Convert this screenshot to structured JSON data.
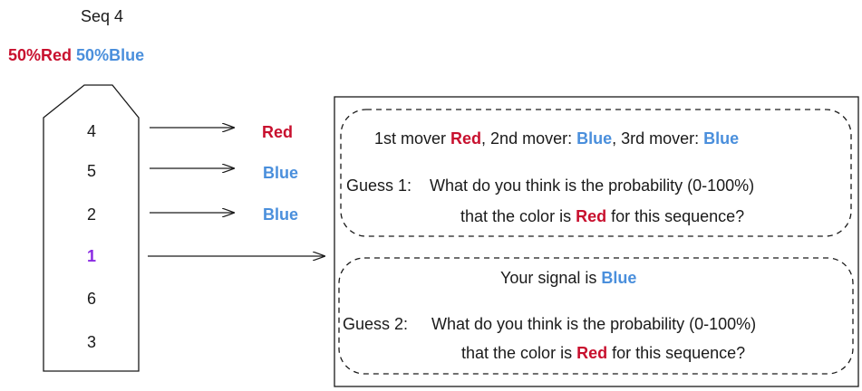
{
  "title": "Seq 4",
  "prior": {
    "red": "50%Red",
    "blue": "50%Blue"
  },
  "sequence": [
    "4",
    "5",
    "2",
    "1",
    "6",
    "3"
  ],
  "moves": [
    "Red",
    "Blue",
    "Blue"
  ],
  "colors": {
    "red": "#c8102e",
    "blue": "#4a8fdc",
    "purple": "#8a2be2"
  },
  "box1": {
    "m1_prefix": "1st mover ",
    "m1": "Red",
    "m2_prefix": ", 2nd mover: ",
    "m2": "Blue",
    "m3_prefix": ", 3rd mover: ",
    "m3": "Blue",
    "guess_label": "Guess 1:",
    "question_line1": "What do you think is the probability (0-100%)",
    "question_pre": "that the color is ",
    "question_color": "Red",
    "question_post": " for this sequence?"
  },
  "box2": {
    "signal_prefix": "Your signal is ",
    "signal": "Blue",
    "guess_label": "Guess 2:",
    "question_line1": "What do you think is the probability (0-100%)",
    "question_pre": "that the color is ",
    "question_color": "Red",
    "question_post": " for this sequence?"
  }
}
